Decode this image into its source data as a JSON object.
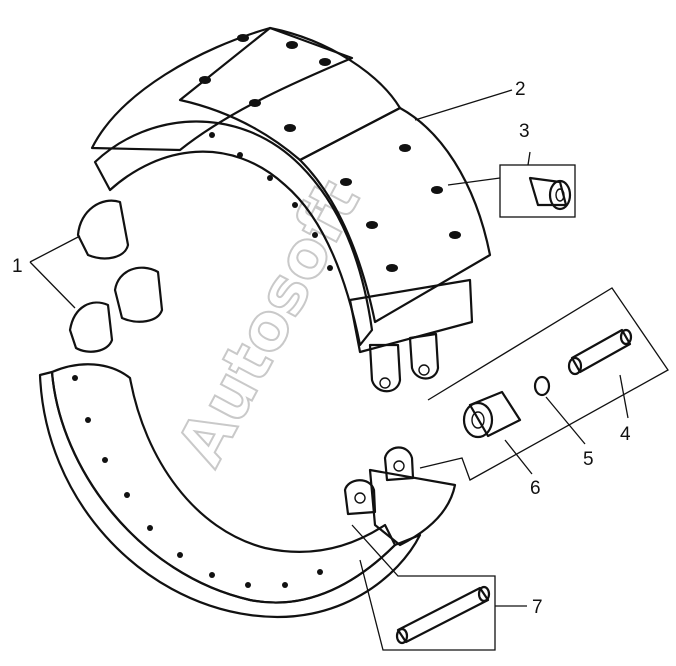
{
  "watermark": "Autosoft",
  "callouts": [
    {
      "id": "1",
      "label": "1"
    },
    {
      "id": "2",
      "label": "2"
    },
    {
      "id": "3",
      "label": "3"
    },
    {
      "id": "4",
      "label": "4"
    },
    {
      "id": "5",
      "label": "5"
    },
    {
      "id": "6",
      "label": "6"
    },
    {
      "id": "7",
      "label": "7"
    }
  ],
  "colors": {
    "ink": "#111111",
    "lining": "#e8e8e8",
    "watermark": "#c9c9c9"
  }
}
